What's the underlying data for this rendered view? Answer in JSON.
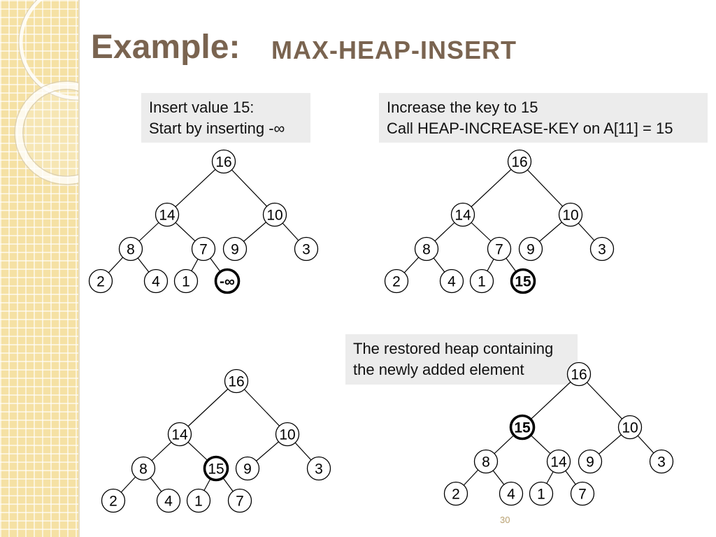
{
  "slide": {
    "title": "Example:",
    "subtitle": "MAX-HEAP-INSERT",
    "page_number": "30"
  },
  "callouts": {
    "insert": {
      "line1": "Insert value 15:",
      "line2": "Start by inserting -∞"
    },
    "increase_key": {
      "line1": "Increase the key to 15",
      "line2": "Call HEAP-INCREASE-KEY on A[11] = 15"
    },
    "restored": {
      "line1": "The restored heap containing",
      "line2": "the newly added element"
    }
  },
  "heaps": [
    {
      "nodes": [
        "16",
        "14",
        "10",
        "8",
        "7",
        "9",
        "3",
        "2",
        "4",
        "1",
        "-∞"
      ],
      "highlight": 10
    },
    {
      "nodes": [
        "16",
        "14",
        "10",
        "8",
        "7",
        "9",
        "3",
        "2",
        "4",
        "1",
        "15"
      ],
      "highlight": 10
    },
    {
      "nodes": [
        "16",
        "14",
        "10",
        "8",
        "15",
        "9",
        "3",
        "2",
        "4",
        "1",
        "7"
      ],
      "highlight": 4
    },
    {
      "nodes": [
        "16",
        "15",
        "10",
        "8",
        "14",
        "9",
        "3",
        "2",
        "4",
        "1",
        "7"
      ],
      "highlight": 1
    }
  ],
  "theme": {
    "title_color": "#7a6450",
    "callout_bg": "#ececec",
    "sidebar_color": "#f5e1a4",
    "page_number_color": "#b9a171",
    "node_stroke": "#000000"
  }
}
